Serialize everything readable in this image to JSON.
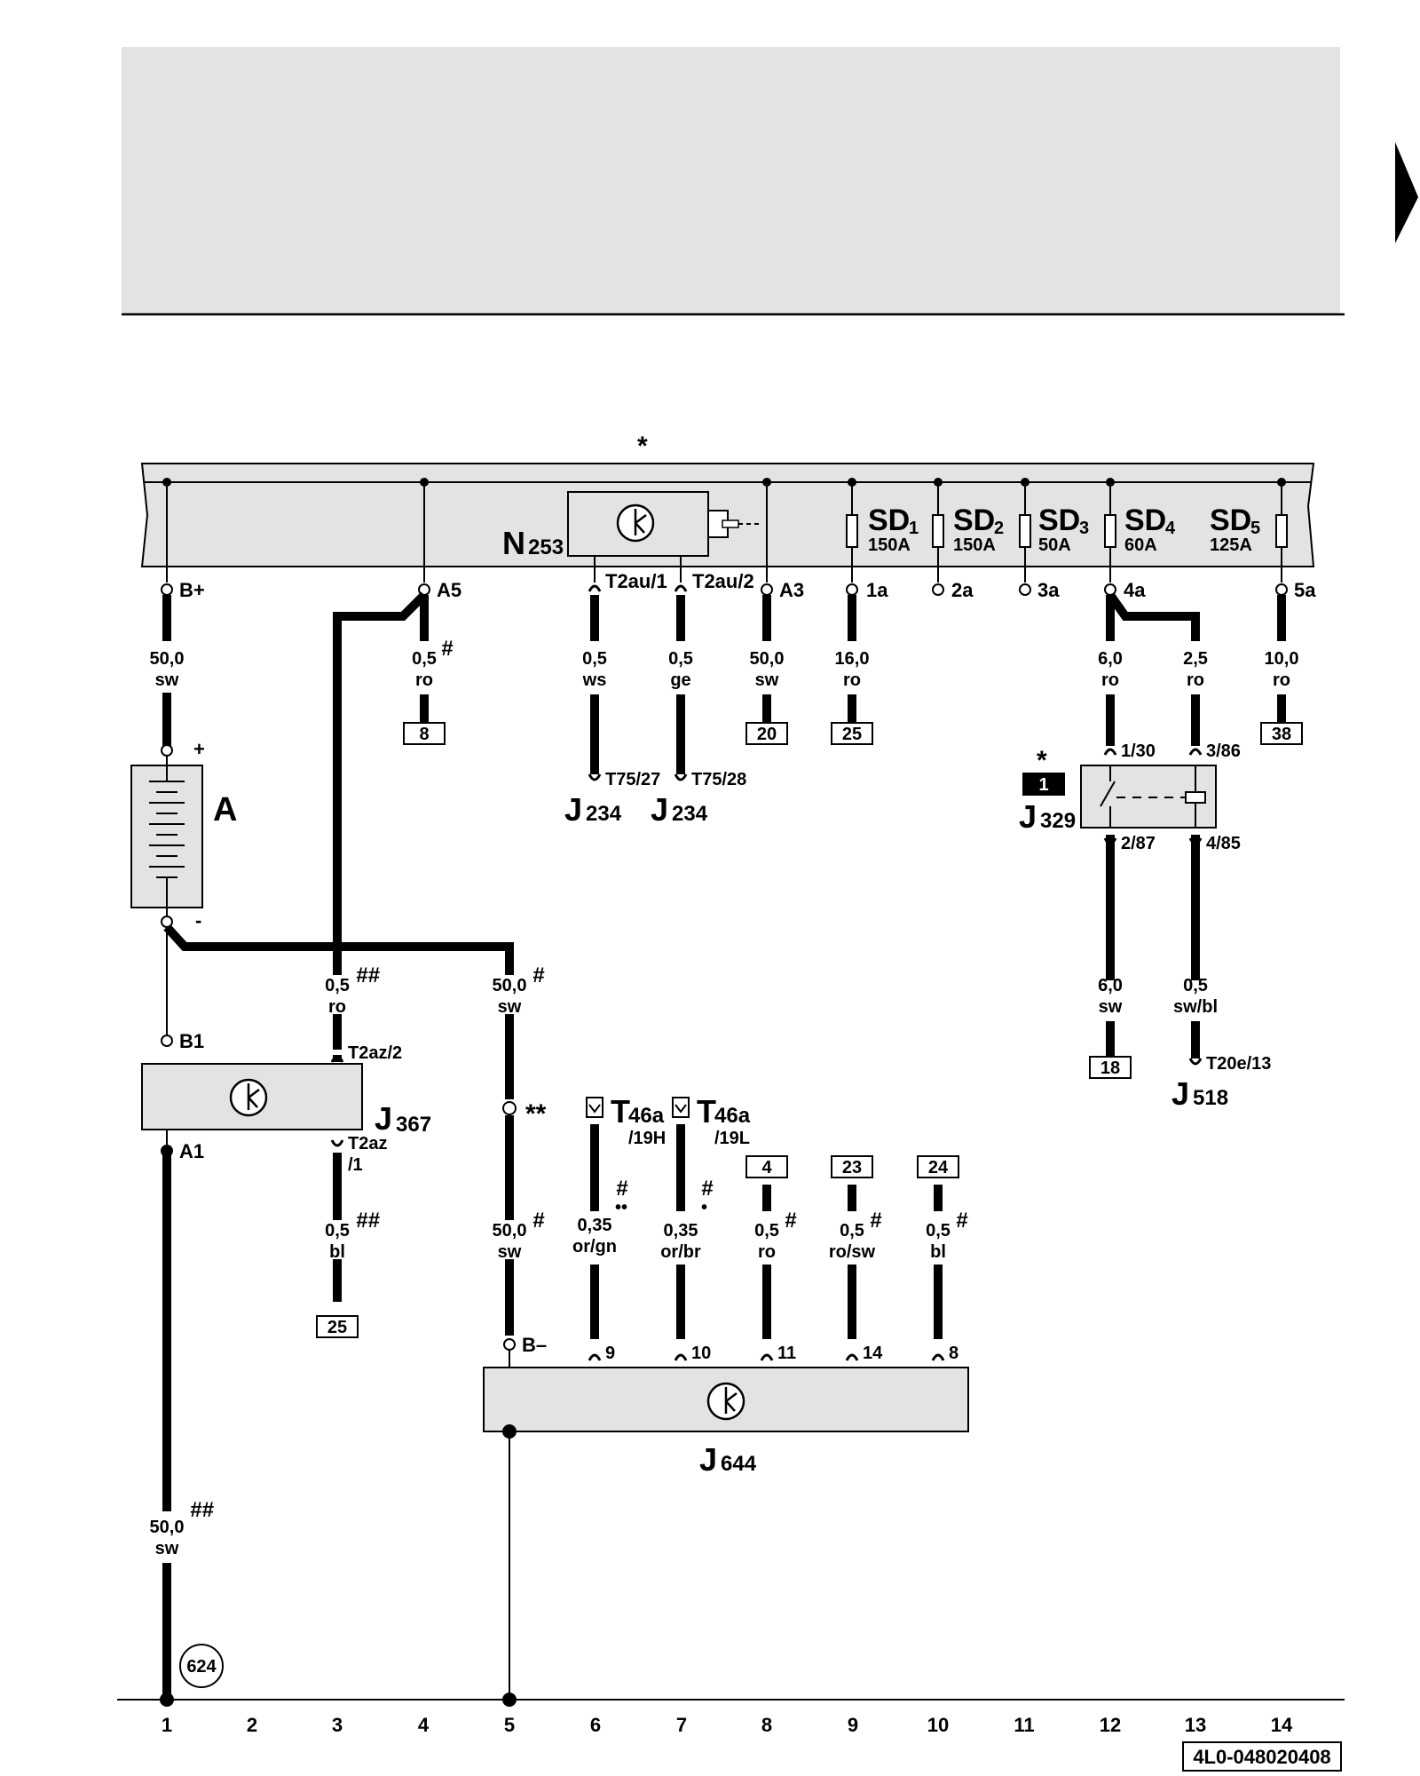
{
  "header": {
    "asterisk": "*"
  },
  "relay_plate": {
    "id": "N",
    "sub": "253",
    "connectors": [
      "T2au/1",
      "T2au/2"
    ]
  },
  "terminals": {
    "bplus": "B+",
    "a5": "A5",
    "a3": "A3",
    "t1a": "1a",
    "t2a": "2a",
    "t3a": "3a",
    "t4a": "4a",
    "t5a": "5a",
    "b1": "B1",
    "a1": "A1",
    "bminus": "B–",
    "plus": "+",
    "minus": "-"
  },
  "fuses": [
    {
      "name": "SD",
      "index": "1",
      "rating": "150A"
    },
    {
      "name": "SD",
      "index": "2",
      "rating": "150A"
    },
    {
      "name": "SD",
      "index": "3",
      "rating": "50A"
    },
    {
      "name": "SD",
      "index": "4",
      "rating": "60A"
    },
    {
      "name": "SD",
      "index": "5",
      "rating": "125A"
    }
  ],
  "wires": {
    "w1": {
      "size": "50,0",
      "color": "sw",
      "mark": ""
    },
    "w_a5": {
      "size": "0,5",
      "color": "ro",
      "mark": "#"
    },
    "w_ws": {
      "size": "0,5",
      "color": "ws",
      "mark": ""
    },
    "w_ge": {
      "size": "0,5",
      "color": "ge",
      "mark": ""
    },
    "w_a3": {
      "size": "50,0",
      "color": "sw",
      "mark": ""
    },
    "w_1a": {
      "size": "16,0",
      "color": "ro",
      "mark": ""
    },
    "w_4a": {
      "size": "6,0",
      "color": "ro",
      "mark": ""
    },
    "w_4a2": {
      "size": "2,5",
      "color": "ro",
      "mark": ""
    },
    "w_5a": {
      "size": "10,0",
      "color": "ro",
      "mark": ""
    },
    "w_col3": {
      "size": "0,5",
      "color": "ro",
      "mark": "##"
    },
    "w_col5": {
      "size": "50,0",
      "color": "sw",
      "mark": "#"
    },
    "w_287": {
      "size": "6,0",
      "color": "sw",
      "mark": ""
    },
    "w_485": {
      "size": "0,5",
      "color": "sw/bl",
      "mark": ""
    },
    "w_bl": {
      "size": "0,5",
      "color": "bl",
      "mark": "##"
    },
    "w_col5b": {
      "size": "50,0",
      "color": "sw",
      "mark": "#"
    },
    "w_orgn": {
      "size": "0,35",
      "color": "or/gn",
      "mark": "#"
    },
    "w_orbr": {
      "size": "0,35",
      "color": "or/br",
      "mark": "#"
    },
    "w_c8": {
      "size": "0,5",
      "color": "ro",
      "mark": "#"
    },
    "w_c9": {
      "size": "0,5",
      "color": "ro/sw",
      "mark": "#"
    },
    "w_c10": {
      "size": "0,5",
      "color": "bl",
      "mark": "#"
    },
    "w_ground": {
      "size": "50,0",
      "color": "sw",
      "mark": "##"
    }
  },
  "refs": {
    "r8": "8",
    "r20": "20",
    "r25": "25",
    "r38": "38",
    "r18": "18",
    "r25b": "25",
    "r4": "4",
    "r23": "23",
    "r24": "24"
  },
  "components": {
    "battery": "A",
    "j234a": {
      "id": "J",
      "sub": "234",
      "pin": "T75/27"
    },
    "j234b": {
      "id": "J",
      "sub": "234",
      "pin": "T75/28"
    },
    "j329": {
      "id": "J",
      "sub": "329",
      "pins": [
        "1/30",
        "3/86",
        "2/87",
        "4/85"
      ],
      "badge": "1",
      "asterisk": "*"
    },
    "j518": {
      "id": "J",
      "sub": "518",
      "pin": "T20e/13"
    },
    "j367": {
      "id": "J",
      "sub": "367",
      "pins": [
        "T2az/2",
        "T2az",
        "/1"
      ]
    },
    "j644": {
      "id": "J",
      "sub": "644",
      "pins": [
        "9",
        "10",
        "11",
        "14",
        "8"
      ]
    },
    "t46h": {
      "id": "T",
      "sub": "46a",
      "pin": "/19H"
    },
    "t46l": {
      "id": "T",
      "sub": "46a",
      "pin": "/19L"
    },
    "double_asterisk": "**",
    "dots_h": "••",
    "dot_l": "•"
  },
  "ground": "624",
  "columns": [
    "1",
    "2",
    "3",
    "4",
    "5",
    "6",
    "7",
    "8",
    "9",
    "10",
    "11",
    "12",
    "13",
    "14"
  ],
  "footer": "4L0-048020408"
}
